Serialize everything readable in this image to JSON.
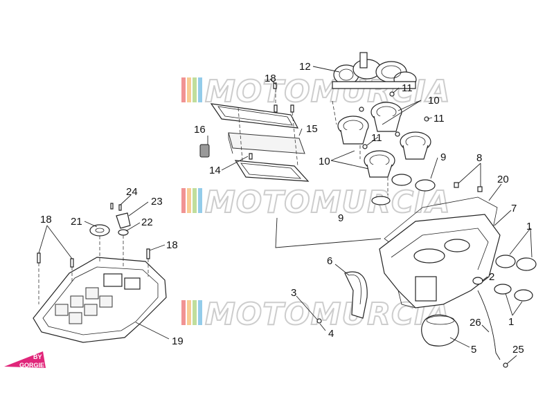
{
  "diagram": {
    "watermark_text": "MOTOMURCIA",
    "logo": {
      "line1": "BY",
      "line2": "GORGIE",
      "color": "#e0267a"
    },
    "watermark_stripe_colors": [
      "#e63b3b",
      "#f2a23a",
      "#8cc24a",
      "#3aa3d8"
    ],
    "callouts": [
      {
        "id": "c12",
        "label": "12"
      },
      {
        "id": "c18a",
        "label": "18"
      },
      {
        "id": "c11a",
        "label": "11"
      },
      {
        "id": "c10a",
        "label": "10"
      },
      {
        "id": "c11b",
        "label": "11"
      },
      {
        "id": "c16",
        "label": "16"
      },
      {
        "id": "c15",
        "label": "15"
      },
      {
        "id": "c11c",
        "label": "11"
      },
      {
        "id": "c10b",
        "label": "10"
      },
      {
        "id": "c9a",
        "label": "9"
      },
      {
        "id": "c14",
        "label": "14"
      },
      {
        "id": "c8",
        "label": "8"
      },
      {
        "id": "c20",
        "label": "20"
      },
      {
        "id": "c24",
        "label": "24"
      },
      {
        "id": "c23",
        "label": "23"
      },
      {
        "id": "c9b",
        "label": "9"
      },
      {
        "id": "c7",
        "label": "7"
      },
      {
        "id": "c18b",
        "label": "18"
      },
      {
        "id": "c21",
        "label": "21"
      },
      {
        "id": "c22",
        "label": "22"
      },
      {
        "id": "c1a",
        "label": "1"
      },
      {
        "id": "c18c",
        "label": "18"
      },
      {
        "id": "c6",
        "label": "6"
      },
      {
        "id": "c2",
        "label": "2"
      },
      {
        "id": "c3",
        "label": "3"
      },
      {
        "id": "c1b",
        "label": "1"
      },
      {
        "id": "c4",
        "label": "4"
      },
      {
        "id": "c26",
        "label": "26"
      },
      {
        "id": "c19",
        "label": "19"
      },
      {
        "id": "c5",
        "label": "5"
      },
      {
        "id": "c25",
        "label": "25"
      }
    ]
  }
}
